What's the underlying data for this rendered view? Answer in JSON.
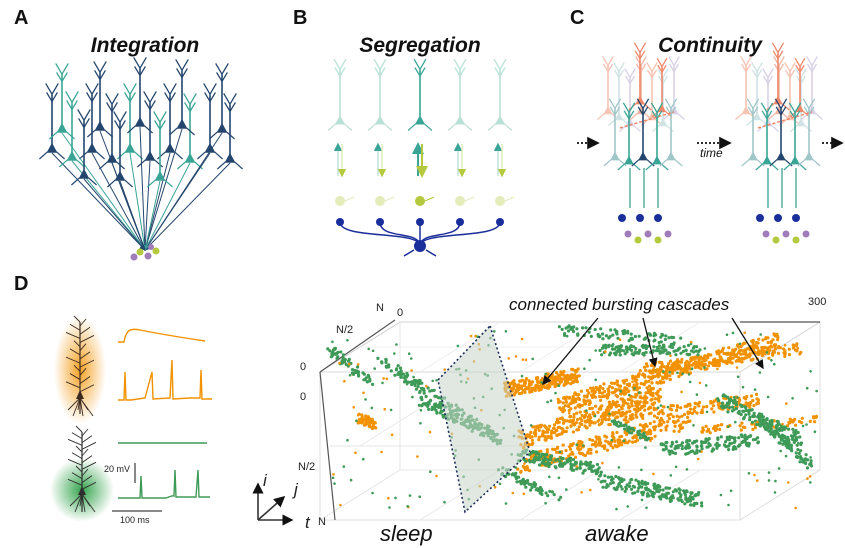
{
  "panels": {
    "A": {
      "letter": "A",
      "title": "Integration"
    },
    "B": {
      "letter": "B",
      "title": "Segregation"
    },
    "C": {
      "letter": "C",
      "title": "Continuity",
      "time_label": "time"
    },
    "D": {
      "letter": "D",
      "annotation": "connected bursting cascades",
      "sleep_label": "sleep",
      "awake_label": "awake",
      "scale_voltage": "20 mV",
      "scale_time": "100 ms",
      "axis_labels": {
        "i": "i",
        "j": "j",
        "t": "t"
      },
      "tick_labels": {
        "top_N": "N",
        "top_N2": "N/2",
        "top_0a": "0",
        "top_0b": "0",
        "left_0": "0",
        "left_N2": "N/2",
        "left_N": "N",
        "end_300": "300"
      }
    }
  },
  "colors": {
    "navy": "#24466e",
    "teal": "#3aa596",
    "light_teal": "#b9e0d5",
    "olive": "#b5c93e",
    "blue": "#1b2f9b",
    "salmon": "#f0876a",
    "orange": "#f39200",
    "green": "#3e9a57",
    "purple": "#a07db8"
  }
}
